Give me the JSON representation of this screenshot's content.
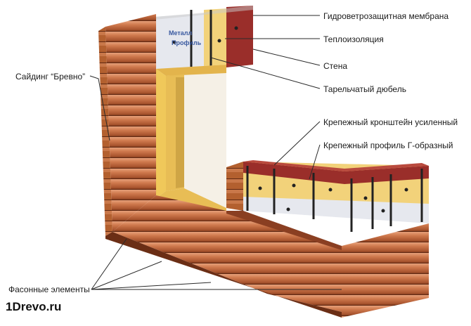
{
  "labels": {
    "membrane": "Гидроветрозащитная мембрана",
    "insulation": "Теплоизоляция",
    "wall": "Стена",
    "dowel": "Тарельчатый дюбель",
    "bracket": "Крепежный кронштейн усиленный",
    "profile": "Крепежный профиль Г-образный",
    "siding": "Сайдинг “Бревно”",
    "trim": "Фасонные элементы"
  },
  "membrane_print": [
    "Металл",
    "Профиль"
  ],
  "watermark": "1Drevo.ru",
  "colors": {
    "log_light": "#d9865a",
    "log_mid": "#b8643a",
    "log_dark": "#8a3f22",
    "wall_red": "#9a2e2a",
    "insulation": "#f2d27a",
    "membrane": "#e6e8ee",
    "frame": "#f0c85a",
    "leader": "#2a2a2a"
  }
}
